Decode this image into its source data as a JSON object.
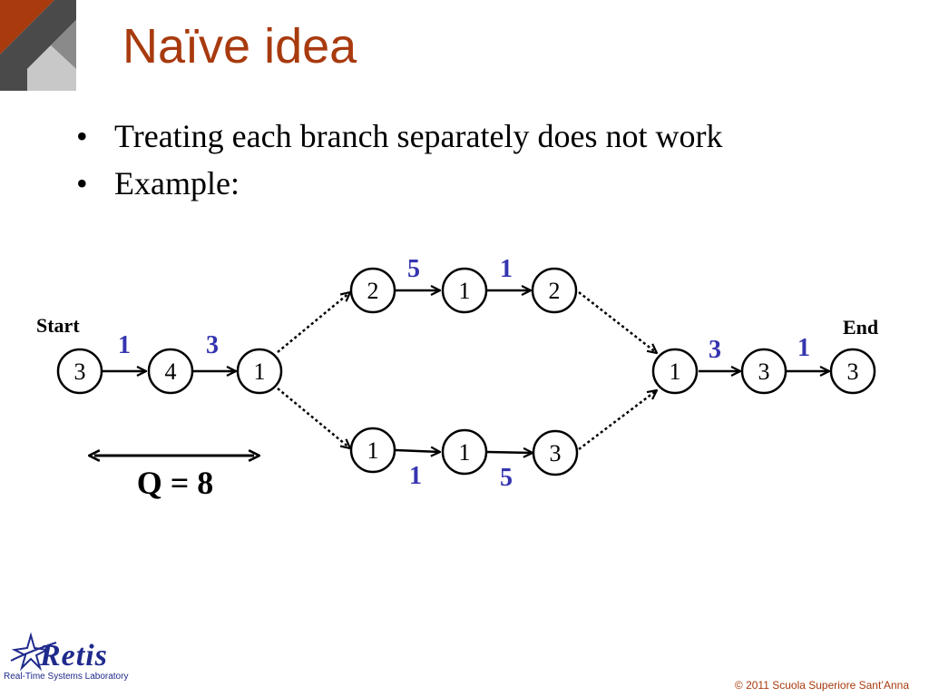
{
  "title": "Naïve idea",
  "bullets": [
    "Treating each branch separately does not work",
    "Example:"
  ],
  "diagram": {
    "start_label": "Start",
    "end_label": "End",
    "q_label": "Q = 8",
    "nodes": [
      {
        "id": "n1",
        "value": "3"
      },
      {
        "id": "n2",
        "value": "4"
      },
      {
        "id": "n3",
        "value": "1"
      },
      {
        "id": "n4",
        "value": "2"
      },
      {
        "id": "n5",
        "value": "1"
      },
      {
        "id": "n6",
        "value": "2"
      },
      {
        "id": "n7",
        "value": "1"
      },
      {
        "id": "n8",
        "value": "1"
      },
      {
        "id": "n9",
        "value": "3"
      },
      {
        "id": "n10",
        "value": "1"
      },
      {
        "id": "n11",
        "value": "3"
      },
      {
        "id": "n12",
        "value": "3"
      }
    ],
    "edge_labels": [
      {
        "id": "e1",
        "value": "1"
      },
      {
        "id": "e2",
        "value": "3"
      },
      {
        "id": "e3",
        "value": "5"
      },
      {
        "id": "e4",
        "value": "1"
      },
      {
        "id": "e5",
        "value": "1"
      },
      {
        "id": "e6",
        "value": "5"
      },
      {
        "id": "e7",
        "value": "3"
      },
      {
        "id": "e8",
        "value": "1"
      }
    ]
  },
  "footer": {
    "logo_word": "Retis",
    "logo_sub": "Real-Time Systems Laboratory",
    "copyright": "© 2011 Scuola Superiore Sant’Anna"
  },
  "colors": {
    "title": "#a83a0e",
    "edge_label": "#3535b0",
    "logo": "#1f2a8c"
  }
}
